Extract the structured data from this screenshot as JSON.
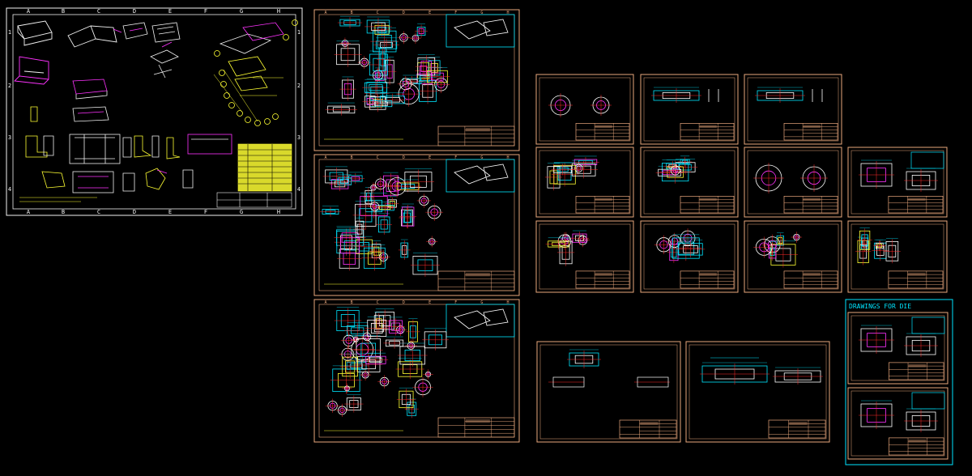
{
  "canvas": {
    "background": "#000000"
  },
  "colors": {
    "frame_white": "#f2f2f2",
    "frame_tan": "#e9a77c",
    "cyan": "#00e5ff",
    "yellow": "#ffff33",
    "magenta": "#ff33ff",
    "red": "#ff2a2a",
    "green": "#33ff33",
    "white": "#ffffff"
  },
  "assembly_sheet": {
    "column_letters": [
      "A",
      "B",
      "C",
      "D",
      "E",
      "F",
      "G",
      "H"
    ],
    "row_numbers": [
      "1",
      "2",
      "3",
      "4"
    ]
  },
  "detail_sheet": {
    "column_letters": [
      "A",
      "B",
      "C",
      "D",
      "E",
      "F",
      "G",
      "H"
    ]
  },
  "die_group": {
    "label": "DRAWINGS FOR DIE"
  }
}
